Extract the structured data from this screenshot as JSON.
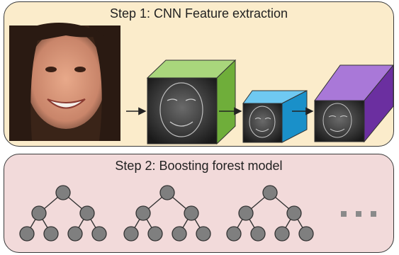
{
  "step1": {
    "title": "Step 1: CNN Feature extraction"
  },
  "step2": {
    "title": "Step 2: Boosting forest model"
  },
  "colors": {
    "panel1_bg": "#fbeccb",
    "panel2_bg": "#f2dada",
    "cube_green": "#8cc34a",
    "cube_blue": "#3ab0e8",
    "cube_purple": "#8d4fc7",
    "tree_node": "#7f7f7f"
  },
  "trees": {
    "count": 3,
    "levels": 3
  },
  "continuation_icon": "ellipsis-icon"
}
